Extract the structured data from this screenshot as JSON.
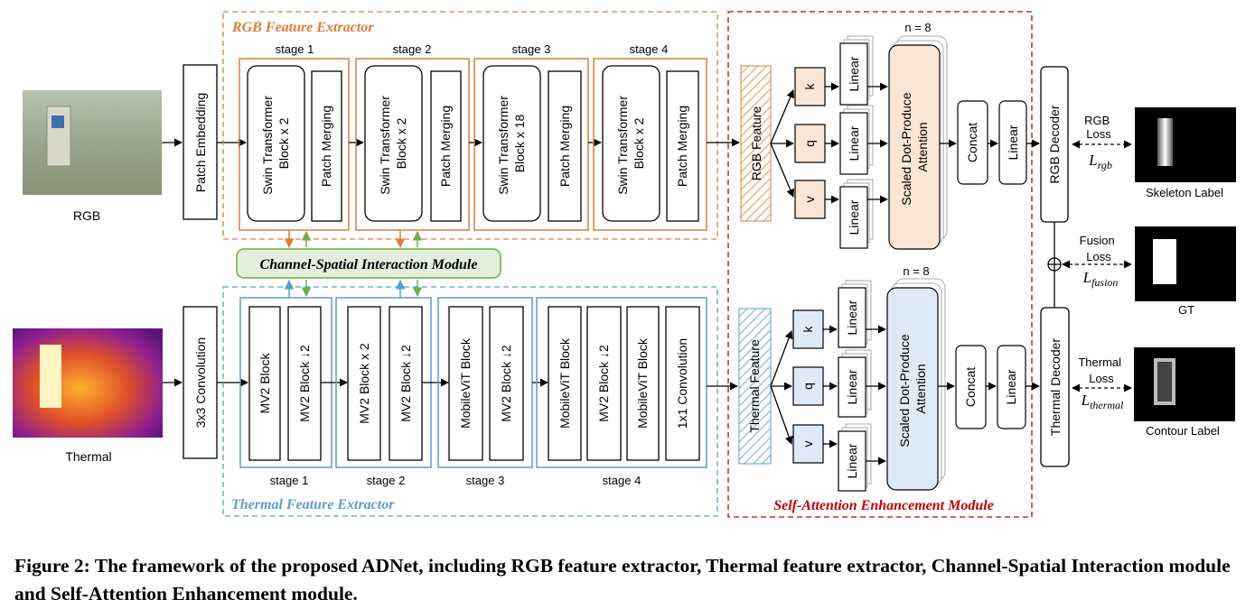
{
  "inputs": {
    "rgb_label": "RGB",
    "thermal_label": "Thermal"
  },
  "rgb_branch": {
    "title": "RGB Feature Extractor",
    "embedding": "Patch Embedding",
    "stages": [
      "stage 1",
      "stage 2",
      "stage 3",
      "stage 4"
    ],
    "blocks": [
      [
        "Swin Transformer",
        "Block x 2"
      ],
      [
        "Swin Transformer",
        "Block x 2"
      ],
      [
        "Swin Transformer",
        "Block x 18"
      ],
      [
        "Swin Transformer",
        "Block x 2"
      ]
    ],
    "merging": "Patch Merging"
  },
  "csim": {
    "label": "Channel-Spatial Interaction Module"
  },
  "thermal_branch": {
    "title": "Thermal Feature Extractor",
    "embedding": "3x3 Convolution",
    "stages": [
      "stage 1",
      "stage 2",
      "stage 3",
      "stage 4"
    ],
    "stage_blocks": [
      [
        "MV2 Block",
        "MV2 Block ↓2"
      ],
      [
        "MV2 Block x 2",
        "MV2 Block ↓2"
      ],
      [
        "MobileViT Block",
        "MV2 Block ↓2"
      ],
      [
        "MobileViT Block",
        "MV2 Block ↓2",
        "MobileViT Block",
        "1x1 Convolution"
      ]
    ]
  },
  "sae": {
    "title": "Self-Attention Enhancement Module",
    "rgb_feature": "RGB Feature",
    "thermal_feature": "Thermal Feature",
    "heads": "n = 8",
    "k": "k",
    "q": "q",
    "v": "v",
    "linear": "Linear",
    "attention": [
      "Scaled Dot-Produce",
      "Attention"
    ],
    "concat": "Concat"
  },
  "decoders": {
    "rgb": "RGB Decoder",
    "thermal": "Thermal Decoder"
  },
  "losses": {
    "rgb": {
      "label": [
        "RGB",
        "Loss"
      ],
      "symbol": "L",
      "sub": "rgb"
    },
    "fusion": {
      "label": [
        "Fusion",
        "Loss"
      ],
      "symbol": "L",
      "sub": "fusion"
    },
    "thermal": {
      "label": [
        "Thermal",
        "Loss"
      ],
      "symbol": "L",
      "sub": "thermal"
    }
  },
  "outputs": {
    "skeleton": "Skeleton Label",
    "gt": "GT",
    "contour": "Contour Label"
  },
  "colors": {
    "rgb_accent": "#E07B39",
    "thermal_accent": "#5B9BD5",
    "sae_border": "#C00000",
    "csim_fill": "#E2EFDA",
    "csim_border": "#70AD47",
    "rgb_qkv_fill": "#FBE5D6",
    "thermal_qkv_fill": "#DEEBF7"
  },
  "caption": "Figure 2: The framework of the proposed ADNet, including RGB feature extractor, Thermal feature extractor, Channel-Spatial Interaction module and Self-Attention Enhancement module."
}
